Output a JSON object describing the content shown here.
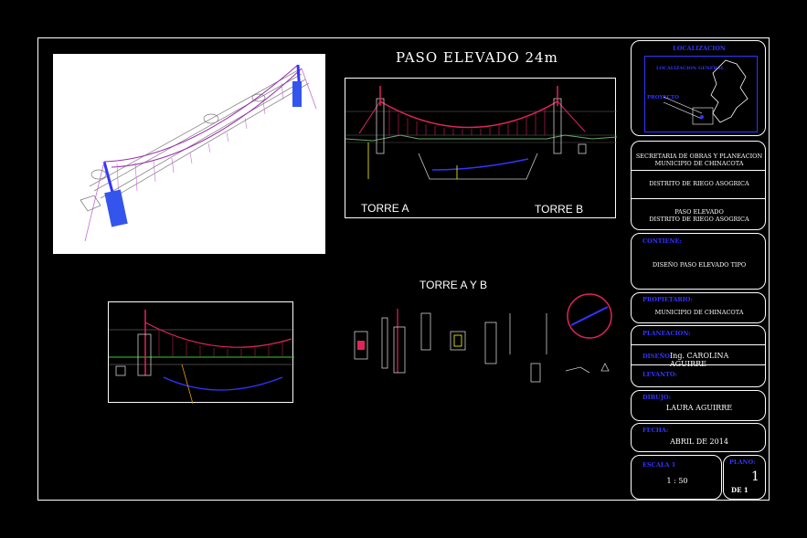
{
  "drawing": {
    "title": "PASO ELEVADO 24m",
    "torre_a_label": "TORRE A",
    "torre_b_label": "TORRE B",
    "towers_detail_label": "TORRE A Y B"
  },
  "title_block": {
    "location_header": "LOCALIZACION",
    "location_sub": "LOCALIZACION GENERAL",
    "location_marker": "PROYECTO",
    "org_line1": "SECRETARIA DE OBRAS Y PLANEACION",
    "org_line2": "MUNICIPIO DE CHINACOTA",
    "district": "DISTRITO DE RIEGO ASOGRICA",
    "project_line1": "PASO ELEVADO",
    "project_line2": "DISTRITO DE RIEGO ASOGRICA",
    "content_label": "CONTIENE:",
    "content_value": "DISEÑO PASO ELEVADO TIPO",
    "owner_label": "PROPIETARIO:",
    "owner_value": "MUNICIPIO DE CHINACOTA",
    "planning_label": "PLANEACION:",
    "design_label": "DISEÑO:",
    "design_value": "Ing. CAROLINA AGUIRRE",
    "survey_label": "LEVANTO:",
    "drew_label": "DIBUJO:",
    "drew_value": "LAURA AGUIRRE",
    "date_label": "FECHA:",
    "date_value": "ABRIL DE 2014",
    "scale_label": "ESCALA 1",
    "scale_value": "1 : 50",
    "sheet_label": "PLANO:",
    "sheet_number": "1",
    "sheet_total": "DE 1"
  }
}
